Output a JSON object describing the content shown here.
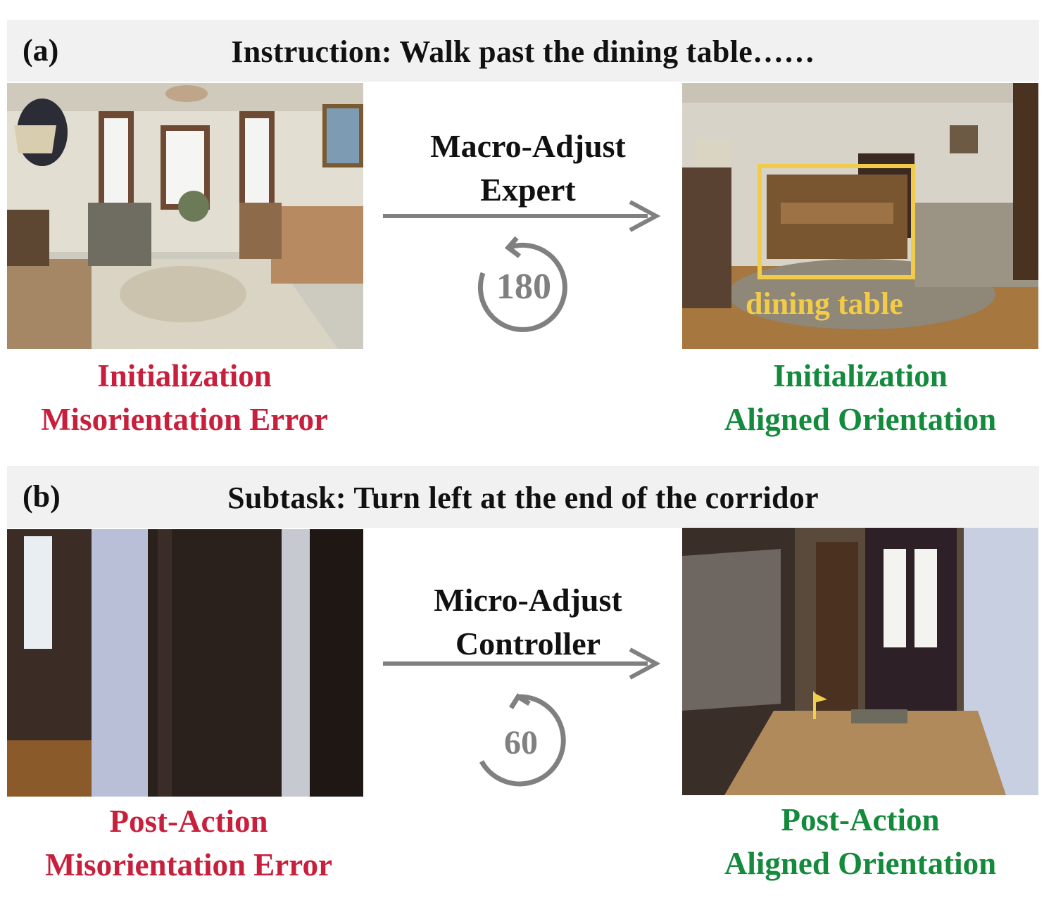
{
  "panel_a": {
    "letter": "(a)",
    "title": "Instruction: Walk past the dining table……",
    "module": {
      "line1": "Macro-Adjust",
      "line2": "Expert"
    },
    "rotation_degrees": "180",
    "left_caption": {
      "line1": "Initialization",
      "line2": "Misorientation Error"
    },
    "right_caption": {
      "line1": "Initialization",
      "line2": "Aligned Orientation"
    },
    "annotation_label": "dining table"
  },
  "panel_b": {
    "letter": "(b)",
    "title": "Subtask: Turn left at the end of the corridor",
    "module": {
      "line1": "Micro-Adjust",
      "line2": "Controller"
    },
    "rotation_degrees": "60",
    "left_caption": {
      "line1": "Post-Action",
      "line2": "Misorientation Error"
    },
    "right_caption": {
      "line1": "Post-Action",
      "line2": "Aligned Orientation"
    }
  },
  "colors": {
    "error": "#c8203c",
    "aligned": "#148a3c",
    "arrow": "#808080",
    "annotation": "#f2cc48",
    "band": "#f1f1f1"
  }
}
